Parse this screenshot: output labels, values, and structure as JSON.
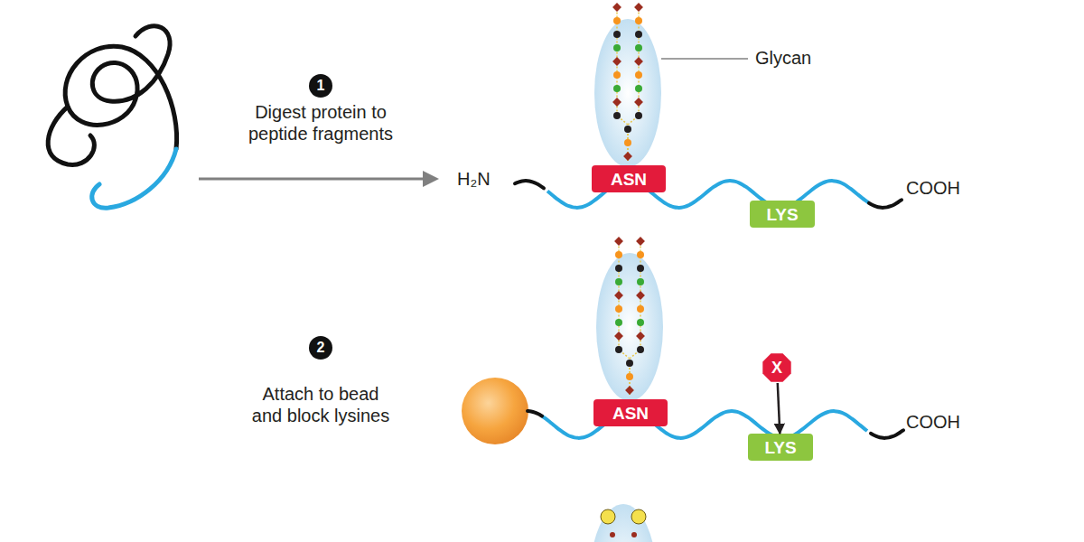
{
  "diagram": {
    "nodes": [
      {
        "text": [
          "1"
        ]
      },
      {
        "text": [
          "ASN"
        ]
      },
      {
        "text": [
          "LYS"
        ]
      },
      {
        "text": [
          "2"
        ]
      },
      {
        "text": [
          "ASN"
        ]
      },
      {
        "text": [
          "X"
        ]
      },
      {
        "text": [
          "LYS"
        ]
      }
    ],
    "edges": [
      {
        "from": 5,
        "to": 6,
        "arrow": "to"
      }
    ],
    "labels": [
      "Glycan",
      "Digest protein to peptide fragments",
      "H₂N",
      "COOH",
      "Attach to bead and block lysines",
      "COOH"
    ]
  }
}
